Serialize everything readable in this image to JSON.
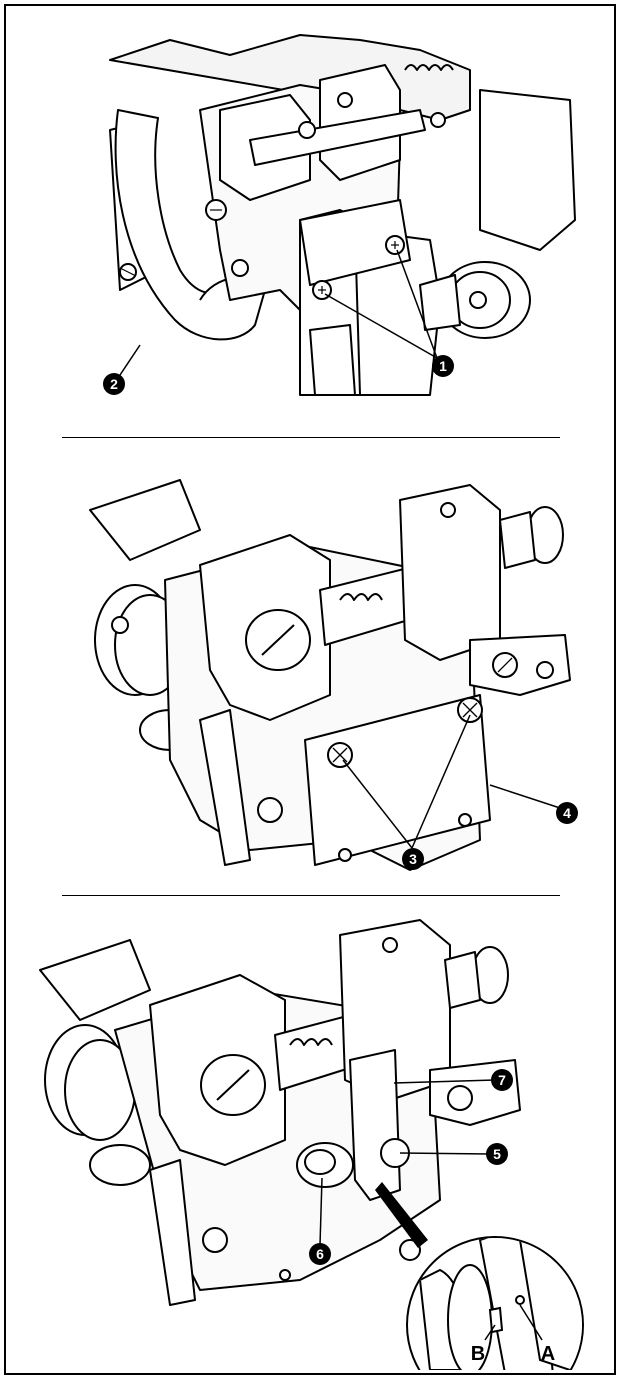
{
  "callouts": {
    "c1": "1",
    "c2": "2",
    "c3": "3",
    "c4": "4",
    "c5": "5",
    "c6": "6",
    "c7": "7"
  },
  "letters": {
    "a": "A",
    "b": "B"
  },
  "colors": {
    "ink": "#000000",
    "paper": "#ffffff"
  }
}
